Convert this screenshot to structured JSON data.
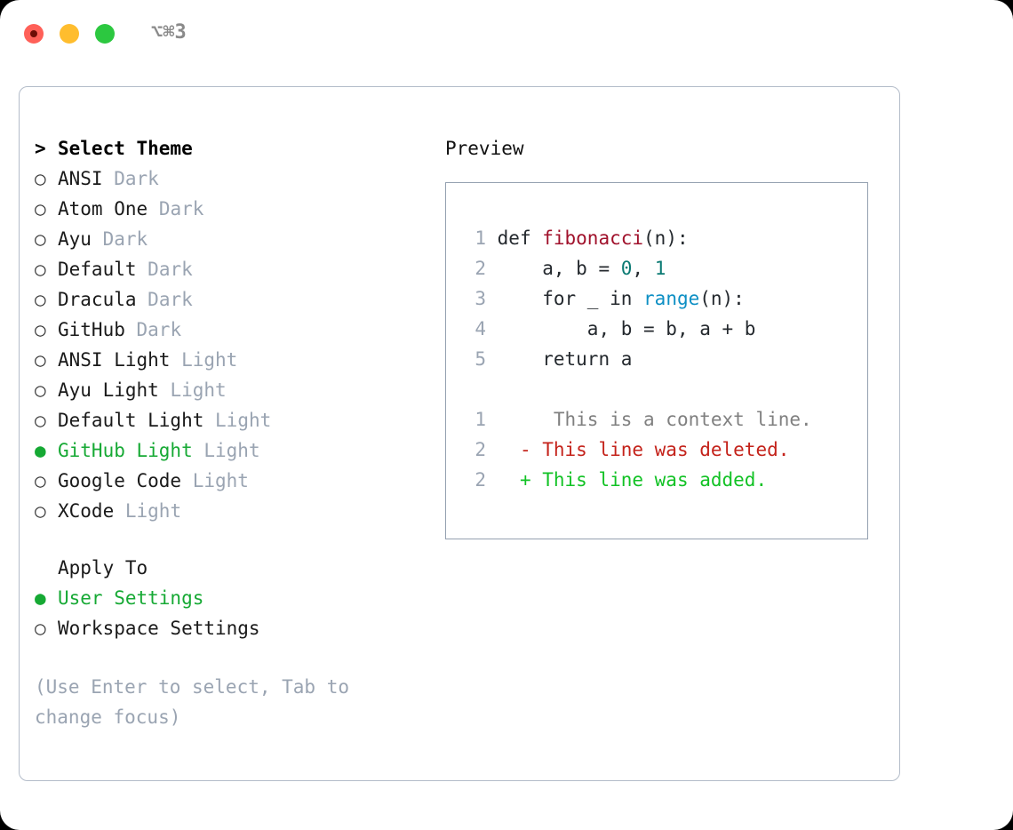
{
  "titlebar": {
    "shortcut": "⌥⌘3",
    "buttons": {
      "close": "close",
      "minimize": "minimize",
      "maximize": "maximize"
    }
  },
  "theme_picker": {
    "heading_marker": ">",
    "heading": "Select Theme",
    "marker_unselected": "○",
    "marker_selected": "●",
    "items": [
      {
        "marker": "○",
        "name": "ANSI",
        "suffix": "Dark",
        "selected": false
      },
      {
        "marker": "○",
        "name": "Atom One",
        "suffix": "Dark",
        "selected": false
      },
      {
        "marker": "○",
        "name": "Ayu",
        "suffix": "Dark",
        "selected": false
      },
      {
        "marker": "○",
        "name": "Default",
        "suffix": "Dark",
        "selected": false
      },
      {
        "marker": "○",
        "name": "Dracula",
        "suffix": "Dark",
        "selected": false
      },
      {
        "marker": "○",
        "name": "GitHub",
        "suffix": "Dark",
        "selected": false
      },
      {
        "marker": "○",
        "name": "ANSI Light",
        "suffix": "Light",
        "selected": false
      },
      {
        "marker": "○",
        "name": "Ayu Light",
        "suffix": "Light",
        "selected": false
      },
      {
        "marker": "○",
        "name": "Default Light",
        "suffix": "Light",
        "selected": false
      },
      {
        "marker": "●",
        "name": "GitHub Light",
        "suffix": "Light",
        "selected": true
      },
      {
        "marker": "○",
        "name": "Google Code",
        "suffix": "Light",
        "selected": false
      },
      {
        "marker": "○",
        "name": "XCode",
        "suffix": "Light",
        "selected": false
      }
    ]
  },
  "apply_to": {
    "heading": "Apply To",
    "options": [
      {
        "marker": "●",
        "label": "User Settings",
        "selected": true
      },
      {
        "marker": "○",
        "label": "Workspace Settings",
        "selected": false
      }
    ]
  },
  "help_text": "(Use Enter to select, Tab to change focus)",
  "preview": {
    "heading": "Preview",
    "code_lines": [
      {
        "num": "1",
        "segments": [
          {
            "t": "def ",
            "c": "plain"
          },
          {
            "t": "fibonacci",
            "c": "fn"
          },
          {
            "t": "(n):",
            "c": "plain"
          }
        ]
      },
      {
        "num": "2",
        "segments": [
          {
            "t": "    a, b = ",
            "c": "plain"
          },
          {
            "t": "0",
            "c": "num"
          },
          {
            "t": ", ",
            "c": "plain"
          },
          {
            "t": "1",
            "c": "num"
          }
        ]
      },
      {
        "num": "3",
        "segments": [
          {
            "t": "    for _ in ",
            "c": "plain"
          },
          {
            "t": "range",
            "c": "call"
          },
          {
            "t": "(n):",
            "c": "plain"
          }
        ]
      },
      {
        "num": "4",
        "segments": [
          {
            "t": "        a, b = b, a + b",
            "c": "plain"
          }
        ]
      },
      {
        "num": "5",
        "segments": [
          {
            "t": "    return a",
            "c": "plain"
          }
        ]
      }
    ],
    "diff_lines": [
      {
        "num": "1",
        "sign": " ",
        "text": "  This is a context line.",
        "kind": "ctx"
      },
      {
        "num": "2",
        "sign": "-",
        "text": " This line was deleted.",
        "kind": "del"
      },
      {
        "num": "2",
        "sign": "+",
        "text": " This line was added.",
        "kind": "add"
      }
    ]
  },
  "colors": {
    "accent_green": "#16a934",
    "muted": "#9aa4b2",
    "diff_delete": "#c4231b",
    "diff_add": "#12c225",
    "token_function": "#a0112b",
    "token_number": "#0b7a73",
    "token_call": "#0d8fc4"
  }
}
